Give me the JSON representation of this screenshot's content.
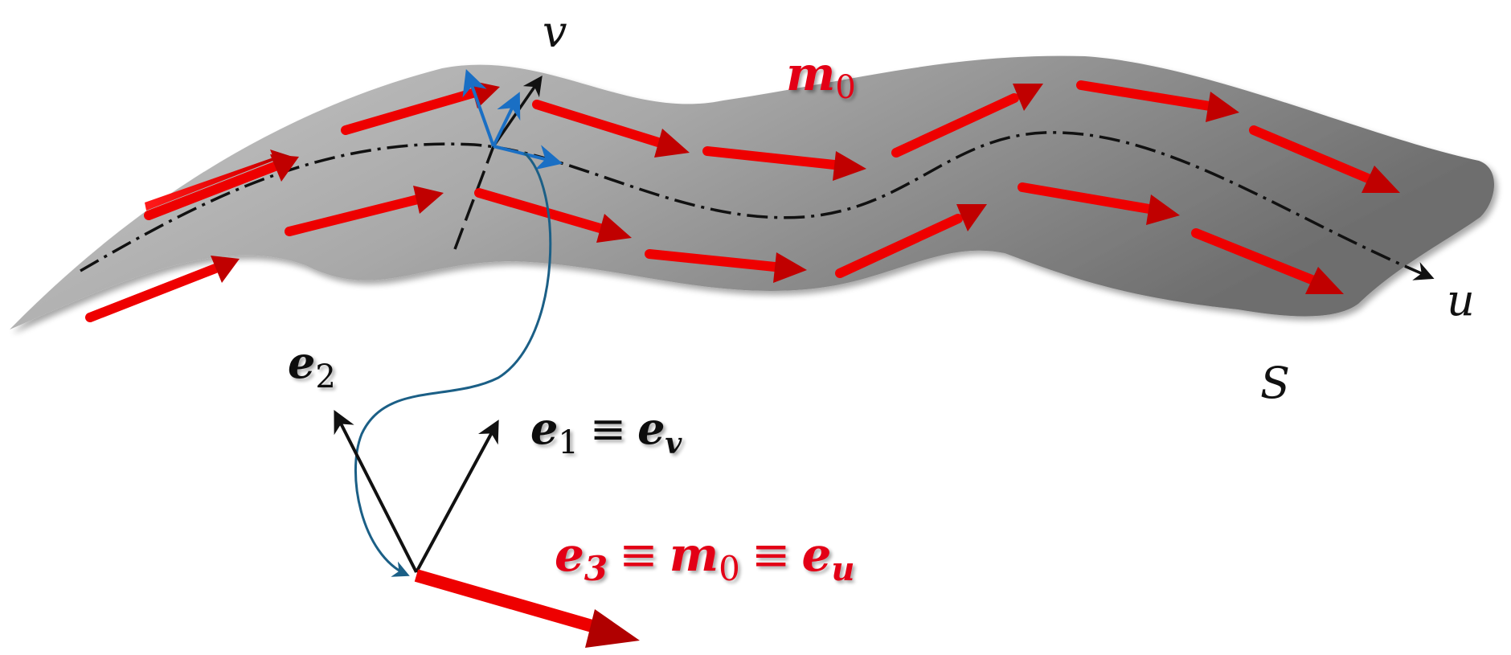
{
  "labels": {
    "axis_v": "v",
    "axis_u": "u",
    "surface": "S",
    "m0": {
      "base": "m",
      "sub": "0"
    },
    "e2": {
      "base": "e",
      "sub": "2"
    },
    "e1_eq_ev": {
      "e1_base": "e",
      "e1_sub": "1",
      "equiv": "≡",
      "ev_base": "e",
      "ev_sub": "v"
    },
    "e3_eq_m0_eq_eu": {
      "e3_base": "e",
      "e3_sub": "3",
      "equiv1": "≡",
      "m_base": "m",
      "m_sub": "0",
      "equiv2": "≡",
      "eu_base": "e",
      "eu_sub": "u"
    }
  },
  "colors": {
    "surface_light": "#c4c4c4",
    "surface_dark": "#707070",
    "red": "#e30613",
    "dark_red": "#8a0000",
    "blue": "#1a6fc4",
    "teal": "#1b5f86",
    "black": "#111111"
  }
}
